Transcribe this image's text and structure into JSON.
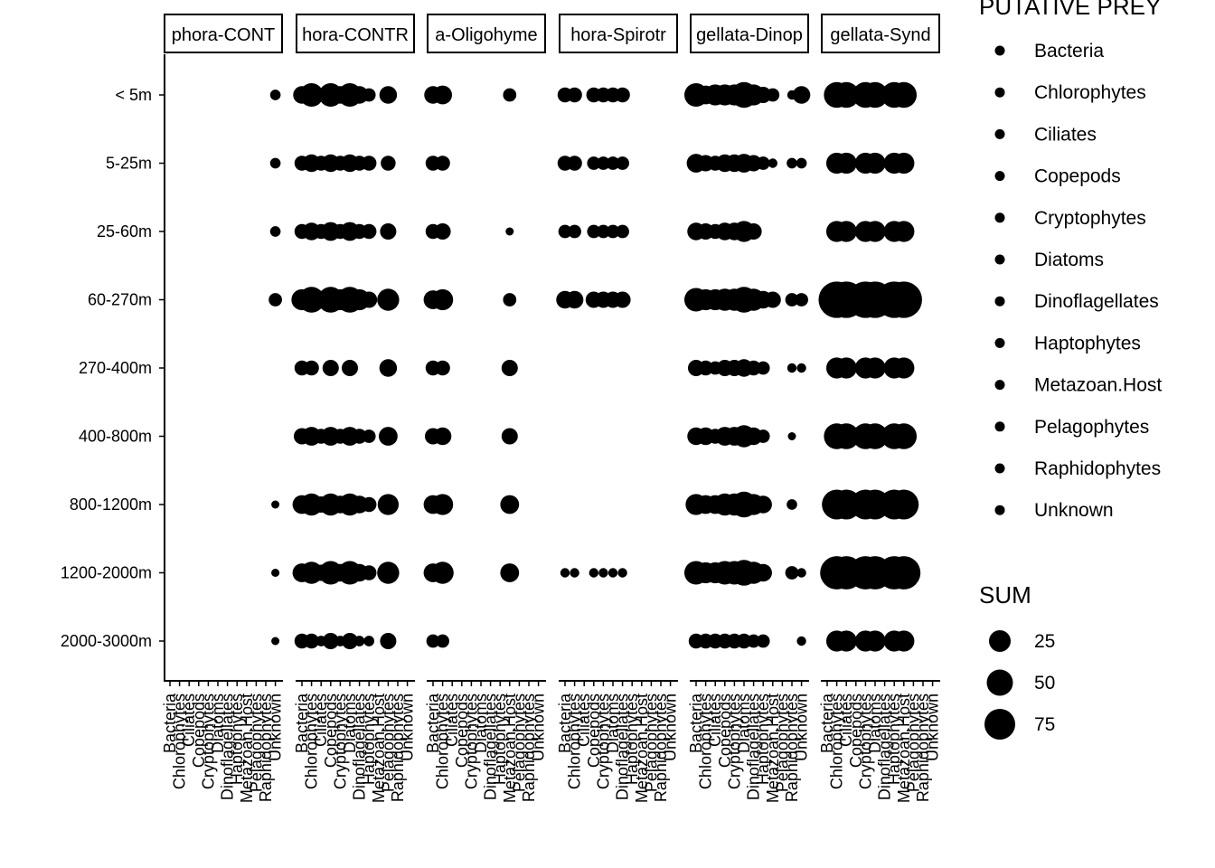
{
  "chart_data": {
    "type": "scatter",
    "title": "",
    "xlabel": "",
    "ylabel": "",
    "point_color": "#000000",
    "facets": [
      "Ctenophora-CONTROL",
      "Ctenophora-CONTROL",
      "Ciliophora-Oligohymenophorea",
      "Ctenophora-Spirotrichea",
      "Dinoflagellata-Dinophyceae",
      "Dinoflagellata-Syndiniales"
    ],
    "facet_labels_visible": [
      "phora-CONT",
      "hora-CONTR",
      "a-Oligohyme",
      "hora-Spirotr",
      "gellata-Dinop",
      "gellata-Synd"
    ],
    "categories": [
      "Bacteria",
      "Chlorophytes",
      "Ciliates",
      "Copepods",
      "Cryptophytes",
      "Diatoms",
      "Dinoflagellates",
      "Haptophytes",
      "Metazoan.Host",
      "Pelagophytes",
      "Raphidophytes",
      "Unknown"
    ],
    "depths": [
      "< 5m",
      "5-25m",
      "25-60m",
      "60-270m",
      "270-400m",
      "400-800m",
      "800-1200m",
      "1200-2000m",
      "2000-3000m"
    ],
    "legend_prey": {
      "title": "PUTATIVE PREY",
      "items": [
        "Bacteria",
        "Chlorophytes",
        "Ciliates",
        "Copepods",
        "Cryptophytes",
        "Diatoms",
        "Dinoflagellates",
        "Haptophytes",
        "Metazoan.Host",
        "Pelagophytes",
        "Raphidophytes",
        "Unknown"
      ]
    },
    "legend_size": {
      "title": "SUM",
      "values": [
        25,
        50,
        75
      ]
    },
    "legend_position": "right",
    "grid": false,
    "points": [
      [
        0,
        0,
        11,
        5
      ],
      [
        0,
        1,
        11,
        5
      ],
      [
        0,
        2,
        11,
        5
      ],
      [
        0,
        3,
        11,
        8
      ],
      [
        0,
        6,
        11,
        3
      ],
      [
        0,
        7,
        11,
        3
      ],
      [
        0,
        8,
        11,
        3
      ],
      [
        1,
        0,
        0,
        14
      ],
      [
        1,
        0,
        1,
        25
      ],
      [
        1,
        0,
        3,
        25
      ],
      [
        1,
        0,
        4,
        14
      ],
      [
        1,
        0,
        5,
        25
      ],
      [
        1,
        0,
        6,
        14
      ],
      [
        1,
        0,
        7,
        8
      ],
      [
        1,
        0,
        9,
        14
      ],
      [
        1,
        1,
        0,
        10
      ],
      [
        1,
        1,
        1,
        14
      ],
      [
        1,
        1,
        2,
        10
      ],
      [
        1,
        1,
        3,
        14
      ],
      [
        1,
        1,
        4,
        10
      ],
      [
        1,
        1,
        5,
        14
      ],
      [
        1,
        1,
        6,
        10
      ],
      [
        1,
        1,
        7,
        10
      ],
      [
        1,
        1,
        9,
        10
      ],
      [
        1,
        2,
        0,
        10
      ],
      [
        1,
        2,
        1,
        14
      ],
      [
        1,
        2,
        2,
        10
      ],
      [
        1,
        2,
        3,
        16
      ],
      [
        1,
        2,
        4,
        10
      ],
      [
        1,
        2,
        5,
        16
      ],
      [
        1,
        2,
        6,
        10
      ],
      [
        1,
        2,
        7,
        10
      ],
      [
        1,
        2,
        9,
        12
      ],
      [
        1,
        3,
        0,
        20
      ],
      [
        1,
        3,
        1,
        30
      ],
      [
        1,
        3,
        3,
        30
      ],
      [
        1,
        3,
        4,
        20
      ],
      [
        1,
        3,
        5,
        30
      ],
      [
        1,
        3,
        6,
        20
      ],
      [
        1,
        3,
        7,
        12
      ],
      [
        1,
        3,
        9,
        22
      ],
      [
        1,
        4,
        0,
        10
      ],
      [
        1,
        4,
        1,
        10
      ],
      [
        1,
        4,
        3,
        12
      ],
      [
        1,
        4,
        5,
        12
      ],
      [
        1,
        4,
        9,
        14
      ],
      [
        1,
        5,
        0,
        12
      ],
      [
        1,
        5,
        1,
        16
      ],
      [
        1,
        5,
        2,
        10
      ],
      [
        1,
        5,
        3,
        16
      ],
      [
        1,
        5,
        4,
        10
      ],
      [
        1,
        5,
        5,
        16
      ],
      [
        1,
        5,
        6,
        10
      ],
      [
        1,
        5,
        7,
        8
      ],
      [
        1,
        5,
        9,
        16
      ],
      [
        1,
        6,
        0,
        16
      ],
      [
        1,
        6,
        1,
        22
      ],
      [
        1,
        6,
        2,
        12
      ],
      [
        1,
        6,
        3,
        22
      ],
      [
        1,
        6,
        4,
        14
      ],
      [
        1,
        6,
        5,
        22
      ],
      [
        1,
        6,
        6,
        14
      ],
      [
        1,
        6,
        7,
        10
      ],
      [
        1,
        6,
        9,
        20
      ],
      [
        1,
        7,
        0,
        16
      ],
      [
        1,
        7,
        1,
        22
      ],
      [
        1,
        7,
        2,
        12
      ],
      [
        1,
        7,
        3,
        25
      ],
      [
        1,
        7,
        4,
        14
      ],
      [
        1,
        7,
        5,
        25
      ],
      [
        1,
        7,
        6,
        14
      ],
      [
        1,
        7,
        7,
        10
      ],
      [
        1,
        7,
        9,
        22
      ],
      [
        1,
        8,
        0,
        10
      ],
      [
        1,
        8,
        1,
        10
      ],
      [
        1,
        8,
        2,
        5
      ],
      [
        1,
        8,
        3,
        12
      ],
      [
        1,
        8,
        4,
        5
      ],
      [
        1,
        8,
        5,
        12
      ],
      [
        1,
        8,
        6,
        5
      ],
      [
        1,
        8,
        7,
        5
      ],
      [
        1,
        8,
        9,
        12
      ],
      [
        2,
        0,
        0,
        14
      ],
      [
        2,
        0,
        1,
        16
      ],
      [
        2,
        0,
        8,
        8
      ],
      [
        2,
        1,
        0,
        10
      ],
      [
        2,
        1,
        1,
        10
      ],
      [
        2,
        2,
        0,
        10
      ],
      [
        2,
        2,
        1,
        12
      ],
      [
        2,
        2,
        8,
        3
      ],
      [
        2,
        3,
        0,
        16
      ],
      [
        2,
        3,
        1,
        20
      ],
      [
        2,
        3,
        8,
        8
      ],
      [
        2,
        4,
        0,
        10
      ],
      [
        2,
        4,
        1,
        10
      ],
      [
        2,
        4,
        8,
        12
      ],
      [
        2,
        5,
        0,
        12
      ],
      [
        2,
        5,
        1,
        14
      ],
      [
        2,
        5,
        8,
        12
      ],
      [
        2,
        6,
        0,
        16
      ],
      [
        2,
        6,
        1,
        20
      ],
      [
        2,
        6,
        8,
        16
      ],
      [
        2,
        7,
        0,
        16
      ],
      [
        2,
        7,
        1,
        22
      ],
      [
        2,
        7,
        8,
        16
      ],
      [
        2,
        8,
        0,
        8
      ],
      [
        2,
        8,
        1,
        8
      ],
      [
        3,
        0,
        0,
        10
      ],
      [
        3,
        0,
        1,
        10
      ],
      [
        3,
        0,
        3,
        10
      ],
      [
        3,
        0,
        4,
        10
      ],
      [
        3,
        0,
        5,
        10
      ],
      [
        3,
        0,
        6,
        10
      ],
      [
        3,
        1,
        0,
        10
      ],
      [
        3,
        1,
        1,
        10
      ],
      [
        3,
        1,
        3,
        8
      ],
      [
        3,
        1,
        4,
        8
      ],
      [
        3,
        1,
        5,
        8
      ],
      [
        3,
        1,
        6,
        8
      ],
      [
        3,
        2,
        0,
        8
      ],
      [
        3,
        2,
        1,
        8
      ],
      [
        3,
        2,
        3,
        8
      ],
      [
        3,
        2,
        4,
        8
      ],
      [
        3,
        2,
        5,
        8
      ],
      [
        3,
        2,
        6,
        8
      ],
      [
        3,
        3,
        0,
        14
      ],
      [
        3,
        3,
        1,
        14
      ],
      [
        3,
        3,
        3,
        12
      ],
      [
        3,
        3,
        4,
        12
      ],
      [
        3,
        3,
        5,
        12
      ],
      [
        3,
        3,
        6,
        12
      ],
      [
        3,
        7,
        0,
        4
      ],
      [
        3,
        7,
        1,
        4
      ],
      [
        3,
        7,
        3,
        4
      ],
      [
        3,
        7,
        4,
        4
      ],
      [
        3,
        7,
        5,
        4
      ],
      [
        3,
        7,
        6,
        4
      ],
      [
        4,
        0,
        0,
        25
      ],
      [
        4,
        0,
        1,
        16
      ],
      [
        4,
        0,
        2,
        20
      ],
      [
        4,
        0,
        3,
        20
      ],
      [
        4,
        0,
        4,
        20
      ],
      [
        4,
        0,
        5,
        30
      ],
      [
        4,
        0,
        6,
        20
      ],
      [
        4,
        0,
        7,
        12
      ],
      [
        4,
        0,
        8,
        8
      ],
      [
        4,
        0,
        10,
        4
      ],
      [
        4,
        0,
        11,
        14
      ],
      [
        4,
        1,
        0,
        16
      ],
      [
        4,
        1,
        1,
        12
      ],
      [
        4,
        1,
        2,
        10
      ],
      [
        4,
        1,
        3,
        14
      ],
      [
        4,
        1,
        4,
        14
      ],
      [
        4,
        1,
        5,
        16
      ],
      [
        4,
        1,
        6,
        12
      ],
      [
        4,
        1,
        7,
        8
      ],
      [
        4,
        1,
        8,
        4
      ],
      [
        4,
        1,
        10,
        5
      ],
      [
        4,
        1,
        11,
        5
      ],
      [
        4,
        2,
        0,
        14
      ],
      [
        4,
        2,
        1,
        12
      ],
      [
        4,
        2,
        2,
        10
      ],
      [
        4,
        2,
        3,
        14
      ],
      [
        4,
        2,
        4,
        14
      ],
      [
        4,
        2,
        5,
        20
      ],
      [
        4,
        2,
        6,
        12
      ],
      [
        4,
        3,
        0,
        25
      ],
      [
        4,
        3,
        1,
        20
      ],
      [
        4,
        3,
        2,
        20
      ],
      [
        4,
        3,
        3,
        22
      ],
      [
        4,
        3,
        4,
        22
      ],
      [
        4,
        3,
        5,
        30
      ],
      [
        4,
        3,
        6,
        22
      ],
      [
        4,
        3,
        7,
        14
      ],
      [
        4,
        3,
        8,
        12
      ],
      [
        4,
        3,
        10,
        8
      ],
      [
        4,
        3,
        11,
        8
      ],
      [
        4,
        4,
        0,
        12
      ],
      [
        4,
        4,
        1,
        10
      ],
      [
        4,
        4,
        2,
        8
      ],
      [
        4,
        4,
        3,
        12
      ],
      [
        4,
        4,
        4,
        12
      ],
      [
        4,
        4,
        5,
        14
      ],
      [
        4,
        4,
        6,
        10
      ],
      [
        4,
        4,
        7,
        8
      ],
      [
        4,
        4,
        10,
        4
      ],
      [
        4,
        4,
        11,
        4
      ],
      [
        4,
        5,
        0,
        14
      ],
      [
        4,
        5,
        1,
        14
      ],
      [
        4,
        5,
        2,
        10
      ],
      [
        4,
        5,
        3,
        16
      ],
      [
        4,
        5,
        4,
        16
      ],
      [
        4,
        5,
        5,
        22
      ],
      [
        4,
        5,
        6,
        14
      ],
      [
        4,
        5,
        7,
        8
      ],
      [
        4,
        5,
        10,
        3
      ],
      [
        4,
        6,
        0,
        20
      ],
      [
        4,
        6,
        1,
        16
      ],
      [
        4,
        6,
        2,
        16
      ],
      [
        4,
        6,
        3,
        22
      ],
      [
        4,
        6,
        4,
        22
      ],
      [
        4,
        6,
        5,
        30
      ],
      [
        4,
        6,
        6,
        20
      ],
      [
        4,
        6,
        7,
        14
      ],
      [
        4,
        6,
        10,
        5
      ],
      [
        4,
        7,
        0,
        25
      ],
      [
        4,
        7,
        1,
        20
      ],
      [
        4,
        7,
        2,
        20
      ],
      [
        4,
        7,
        3,
        25
      ],
      [
        4,
        7,
        4,
        25
      ],
      [
        4,
        7,
        5,
        30
      ],
      [
        4,
        7,
        6,
        22
      ],
      [
        4,
        7,
        7,
        14
      ],
      [
        4,
        7,
        10,
        8
      ],
      [
        4,
        7,
        11,
        4
      ],
      [
        4,
        8,
        0,
        10
      ],
      [
        4,
        8,
        1,
        10
      ],
      [
        4,
        8,
        2,
        10
      ],
      [
        4,
        8,
        3,
        10
      ],
      [
        4,
        8,
        4,
        10
      ],
      [
        4,
        8,
        5,
        10
      ],
      [
        4,
        8,
        6,
        8
      ],
      [
        4,
        8,
        7,
        8
      ],
      [
        4,
        8,
        11,
        4
      ],
      [
        5,
        0,
        1,
        30
      ],
      [
        5,
        0,
        2,
        30
      ],
      [
        5,
        0,
        4,
        30
      ],
      [
        5,
        0,
        5,
        30
      ],
      [
        5,
        0,
        7,
        30
      ],
      [
        5,
        0,
        8,
        30
      ],
      [
        5,
        1,
        1,
        20
      ],
      [
        5,
        1,
        2,
        20
      ],
      [
        5,
        1,
        4,
        20
      ],
      [
        5,
        1,
        5,
        20
      ],
      [
        5,
        1,
        7,
        20
      ],
      [
        5,
        1,
        8,
        20
      ],
      [
        5,
        2,
        1,
        20
      ],
      [
        5,
        2,
        2,
        20
      ],
      [
        5,
        2,
        4,
        20
      ],
      [
        5,
        2,
        5,
        20
      ],
      [
        5,
        2,
        7,
        20
      ],
      [
        5,
        2,
        8,
        20
      ],
      [
        5,
        3,
        1,
        60
      ],
      [
        5,
        3,
        2,
        60
      ],
      [
        5,
        3,
        4,
        60
      ],
      [
        5,
        3,
        5,
        60
      ],
      [
        5,
        3,
        7,
        60
      ],
      [
        5,
        3,
        8,
        60
      ],
      [
        5,
        4,
        1,
        20
      ],
      [
        5,
        4,
        2,
        20
      ],
      [
        5,
        4,
        4,
        20
      ],
      [
        5,
        4,
        5,
        20
      ],
      [
        5,
        4,
        7,
        20
      ],
      [
        5,
        4,
        8,
        20
      ],
      [
        5,
        5,
        1,
        30
      ],
      [
        5,
        5,
        2,
        30
      ],
      [
        5,
        5,
        4,
        30
      ],
      [
        5,
        5,
        5,
        30
      ],
      [
        5,
        5,
        7,
        30
      ],
      [
        5,
        5,
        8,
        30
      ],
      [
        5,
        6,
        1,
        40
      ],
      [
        5,
        6,
        2,
        40
      ],
      [
        5,
        6,
        4,
        40
      ],
      [
        5,
        6,
        5,
        40
      ],
      [
        5,
        6,
        7,
        40
      ],
      [
        5,
        6,
        8,
        40
      ],
      [
        5,
        7,
        1,
        50
      ],
      [
        5,
        7,
        2,
        50
      ],
      [
        5,
        7,
        4,
        50
      ],
      [
        5,
        7,
        5,
        50
      ],
      [
        5,
        7,
        7,
        50
      ],
      [
        5,
        7,
        8,
        50
      ],
      [
        5,
        8,
        1,
        20
      ],
      [
        5,
        8,
        2,
        20
      ],
      [
        5,
        8,
        4,
        20
      ],
      [
        5,
        8,
        5,
        20
      ],
      [
        5,
        8,
        7,
        20
      ],
      [
        5,
        8,
        8,
        20
      ]
    ]
  }
}
